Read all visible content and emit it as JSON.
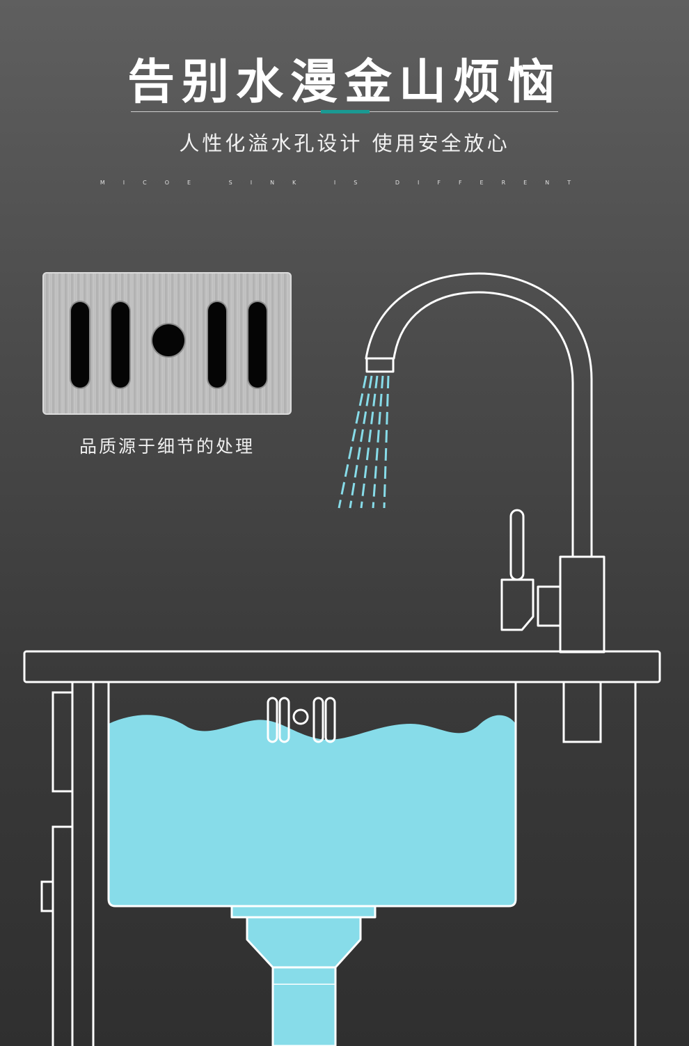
{
  "header": {
    "title": "告别水漫金山烦恼",
    "subtitle": "人性化溢水孔设计 使用安全放心",
    "tagline": "MICOE SINK IS DIFFERENT"
  },
  "detail": {
    "caption": "品质源于细节的处理"
  },
  "colors": {
    "accent": "#1a9a93",
    "water": "#87dce9",
    "background": "#4a4a4a",
    "outline": "#ffffff"
  }
}
